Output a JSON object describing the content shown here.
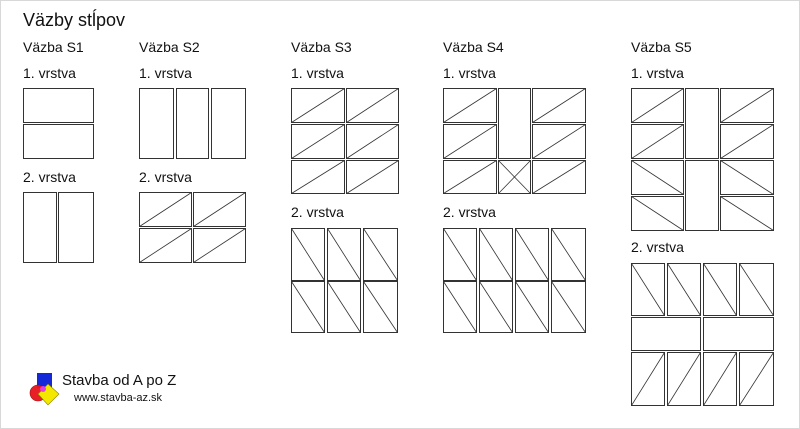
{
  "title": "Väzby stĺpov",
  "bonds": [
    {
      "name": "Väzba S1",
      "layer1": "1. vrstva",
      "layer2": "2. vrstva"
    },
    {
      "name": "Väzba S2",
      "layer1": "1. vrstva",
      "layer2": "2. vrstva"
    },
    {
      "name": "Väzba S3",
      "layer1": "1. vrstva",
      "layer2": "2. vrstva"
    },
    {
      "name": "Väzba S4",
      "layer1": "1. vrstva",
      "layer2": "2. vrstva"
    },
    {
      "name": "Väzba S5",
      "layer1": "1. vrstva",
      "layer2": "2. vrstva"
    }
  ],
  "logo": {
    "brand": "Stavba od A po Z",
    "url": "www.stavba-az.sk"
  },
  "colors": {
    "line": "#333333",
    "logo_red": "#e8141c",
    "logo_blue": "#1428d8",
    "logo_yellow": "#f4e800",
    "logo_green": "#22b030"
  }
}
